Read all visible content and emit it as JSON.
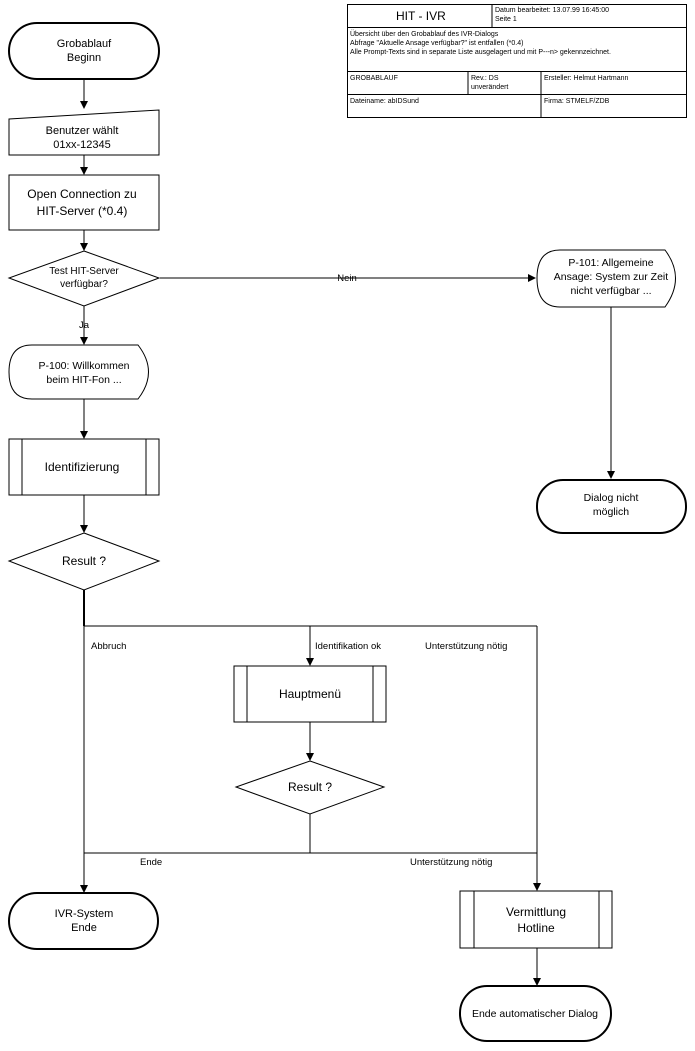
{
  "header_block": {
    "title": "HIT - IVR",
    "date_line": "Datum bearbeitet: 13.07.99 16:45:00",
    "page_line": "Seite 1",
    "description": [
      "Übersicht über den Grobablauf des IVR-Dialogs",
      "Abfrage \"Aktuelle Ansage verfügbar?\" ist entfallen (*0.4)",
      "Alle Prompt-Texts sind in separate Liste ausgelagert und mit P---n> gekennzeichnet."
    ],
    "section": "GROBABLAUF",
    "revision_lines": [
      "Rev.: DS",
      "unverändert"
    ],
    "author": "Ersteller: Helmut Hartmann",
    "filename": "Dateiname: abIDSund",
    "company": "Firma: STMELF/ZDB"
  },
  "nodes": {
    "start": [
      "Grobablauf",
      "Beginn"
    ],
    "user_dials": [
      "Benutzer wählt",
      "01xx-12345"
    ],
    "open_connection": [
      "Open Connection zu",
      "HIT-Server (*0.4)"
    ],
    "test_server": [
      "Test HIT-Server",
      "verfügbar?"
    ],
    "p101": [
      "P-101: Allgemeine",
      "Ansage: System zur Zeit",
      "nicht verfügbar ..."
    ],
    "dialog_not_possible": [
      "Dialog nicht",
      "möglich"
    ],
    "p100": [
      "P-100: Willkommen",
      "beim HIT-Fon ..."
    ],
    "identify": "Identifizierung",
    "result1": "Result ?",
    "main_menu": "Hauptmenü",
    "result2": "Result ?",
    "ivr_end": [
      "IVR-System",
      "Ende"
    ],
    "hotline": [
      "Vermittlung",
      "Hotline"
    ],
    "end_auto": "Ende automatischer Dialog"
  },
  "edge_labels": {
    "no": "Nein",
    "yes": "Ja",
    "abort": "Abbruch",
    "id_ok": "Identifikation ok",
    "support_needed_1": "Unterstützung nötig",
    "end": "Ende",
    "support_needed_2": "Unterstützung nötig"
  }
}
